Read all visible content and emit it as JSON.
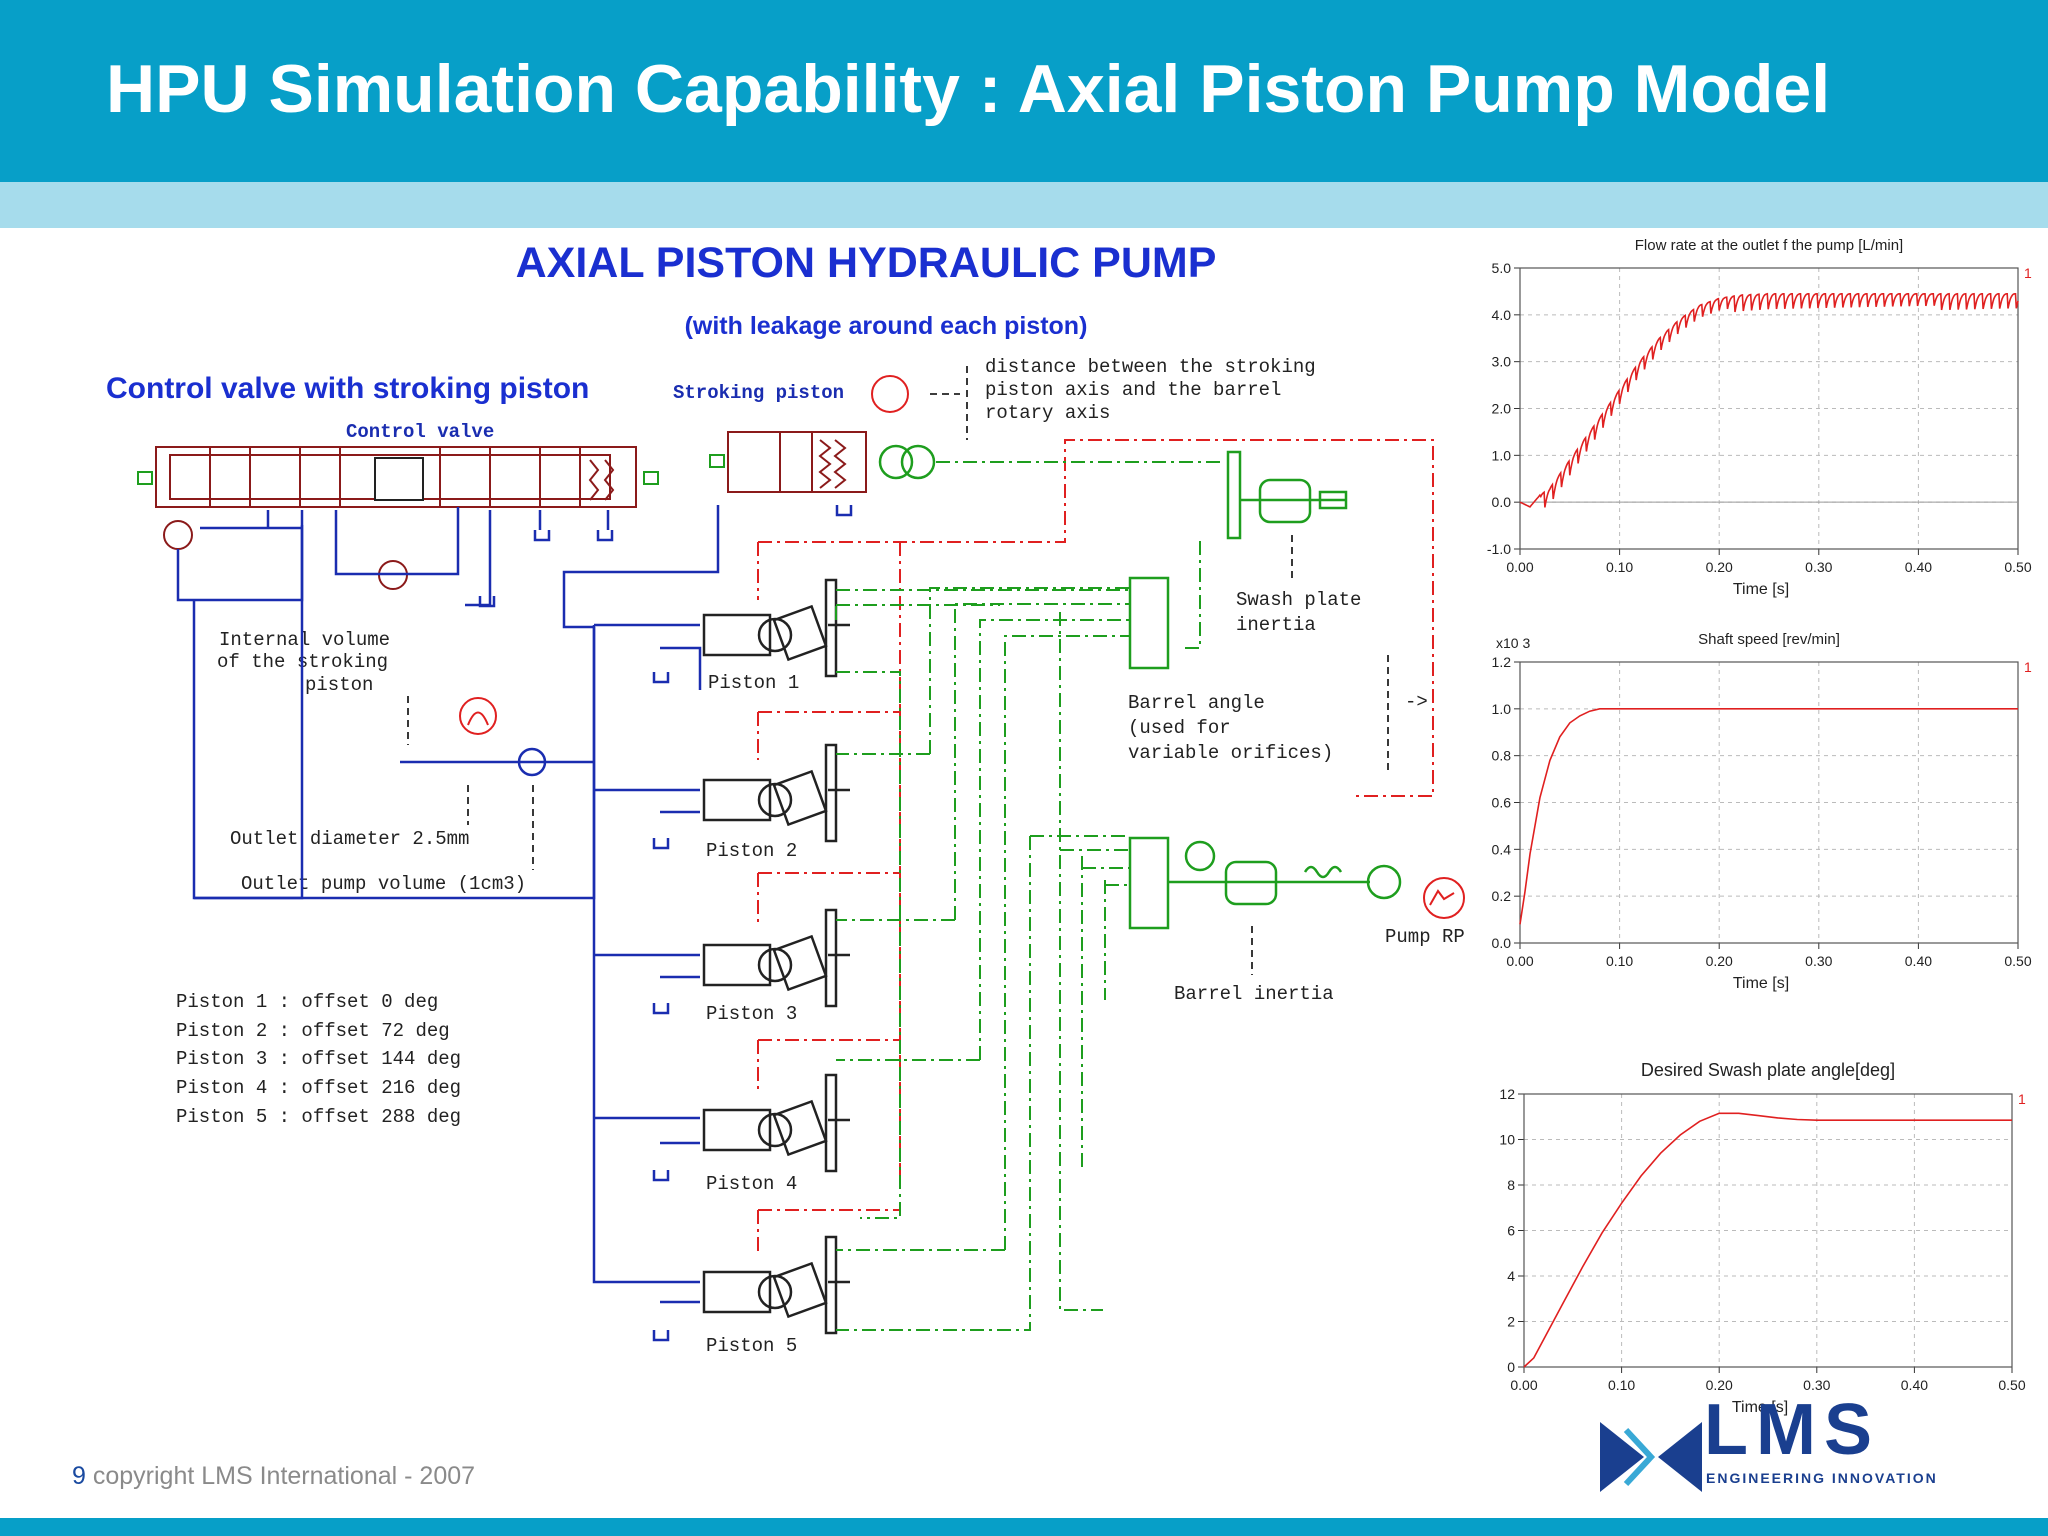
{
  "slide": {
    "title": "HPU Simulation Capability : Axial Piston Pump Model",
    "page_number": "9",
    "copyright": "copyright LMS International - 2007"
  },
  "logo": {
    "text": "LMS",
    "tagline": "ENGINEERING INNOVATION"
  },
  "colors": {
    "header": "#079fc8",
    "subband": "#a6dcec",
    "hydraulic": "#8b1a1a",
    "signal": "#e02020",
    "mechanical": "#1e9e1e",
    "piping": "#1a2db0",
    "plot_line": "#e02020"
  },
  "diagram": {
    "title": "AXIAL PISTON HYDRAULIC PUMP",
    "subtitle": "(with leakage around each piston)",
    "control_section_title": "Control valve with stroking piston",
    "control_valve_label": "Control valve",
    "stroking_piston_label": "Stroking piston",
    "distance_note": [
      "distance between the stroking",
      "piston axis and the barrel",
      "rotary axis"
    ],
    "internal_volume_note": [
      "Internal volume",
      "of the stroking",
      "piston"
    ],
    "swash_plate_note": [
      "Swash plate",
      "inertia"
    ],
    "barrel_angle_note": [
      "Barrel angle",
      "(used for",
      "variable orifices)"
    ],
    "outlet_diameter_note": "Outlet diameter 2.5mm",
    "outlet_volume_note": "Outlet pump volume (1cm3)",
    "pump_rpm_label": "Pump RPM",
    "barrel_inertia_label": "Barrel inertia",
    "arrow_glyph": "->",
    "piston_labels": [
      "Piston 1",
      "Piston 2",
      "Piston 3",
      "Piston 4",
      "Piston 5"
    ],
    "offset_table": [
      "Piston 1 : offset 0 deg",
      "Piston 2 : offset 72 deg",
      "Piston 3 : offset 144 deg",
      "Piston 4 : offset 216 deg",
      "Piston 5 : offset 288 deg"
    ]
  },
  "chart_data": [
    {
      "type": "line",
      "title": "Flow rate at the outlet f the pump [L/min]",
      "xlabel": "Time [s]",
      "ylabel": "",
      "xlim": [
        0,
        0.5
      ],
      "ylim": [
        -1.0,
        5.0
      ],
      "x_ticks": [
        "0.00",
        "0.10",
        "0.20",
        "0.30",
        "0.40",
        "0.50"
      ],
      "y_ticks": [
        "-1.0",
        "0.0",
        "1.0",
        "2.0",
        "3.0",
        "4.0",
        "5.0"
      ],
      "y_multiplier": "",
      "legend_marker": "1",
      "grid": true,
      "series": [
        {
          "x": [
            0.0,
            0.01,
            0.02,
            0.03,
            0.05,
            0.08,
            0.1,
            0.12,
            0.14,
            0.16,
            0.18,
            0.2,
            0.22,
            0.25,
            0.3,
            0.35,
            0.4,
            0.45,
            0.5
          ],
          "y": [
            0.0,
            -0.1,
            0.15,
            0.3,
            0.9,
            1.8,
            2.4,
            3.0,
            3.5,
            3.9,
            4.2,
            4.35,
            4.42,
            4.45,
            4.45,
            4.45,
            4.45,
            4.45,
            4.45
          ],
          "ripple_amplitude": 0.35,
          "ripple_period": 0.0083
        }
      ]
    },
    {
      "type": "line",
      "title": "Shaft speed [rev/min]",
      "xlabel": "Time [s]",
      "ylabel": "",
      "xlim": [
        0,
        0.5
      ],
      "ylim": [
        0.0,
        1.2
      ],
      "x_ticks": [
        "0.00",
        "0.10",
        "0.20",
        "0.30",
        "0.40",
        "0.50"
      ],
      "y_ticks": [
        "0.0",
        "0.2",
        "0.4",
        "0.6",
        "0.8",
        "1.0",
        "1.2"
      ],
      "y_multiplier": "x10 3",
      "legend_marker": "1",
      "grid": true,
      "series": [
        {
          "x": [
            0.0,
            0.005,
            0.01,
            0.02,
            0.03,
            0.04,
            0.05,
            0.06,
            0.07,
            0.08,
            0.09,
            0.1,
            0.2,
            0.3,
            0.4,
            0.5
          ],
          "y": [
            0.08,
            0.22,
            0.38,
            0.62,
            0.78,
            0.88,
            0.94,
            0.97,
            0.99,
            1.0,
            1.0,
            1.0,
            1.0,
            1.0,
            1.0,
            1.0
          ]
        }
      ]
    },
    {
      "type": "line",
      "title": "Desired Swash plate angle[deg]",
      "xlabel": "Time [s]",
      "ylabel": "",
      "xlim": [
        0,
        0.5
      ],
      "ylim": [
        0,
        12
      ],
      "x_ticks": [
        "0.00",
        "0.10",
        "0.20",
        "0.30",
        "0.40",
        "0.50"
      ],
      "y_ticks": [
        "0",
        "2",
        "4",
        "6",
        "8",
        "10",
        "12"
      ],
      "y_multiplier": "",
      "legend_marker": "1",
      "grid": true,
      "series": [
        {
          "x": [
            0.0,
            0.01,
            0.02,
            0.04,
            0.06,
            0.08,
            0.1,
            0.12,
            0.14,
            0.16,
            0.18,
            0.2,
            0.22,
            0.24,
            0.26,
            0.28,
            0.3,
            0.35,
            0.4,
            0.45,
            0.5
          ],
          "y": [
            0.0,
            0.4,
            1.2,
            2.8,
            4.4,
            5.9,
            7.2,
            8.4,
            9.4,
            10.2,
            10.8,
            11.15,
            11.15,
            11.05,
            10.95,
            10.88,
            10.85,
            10.85,
            10.85,
            10.85,
            10.85
          ]
        }
      ]
    }
  ]
}
